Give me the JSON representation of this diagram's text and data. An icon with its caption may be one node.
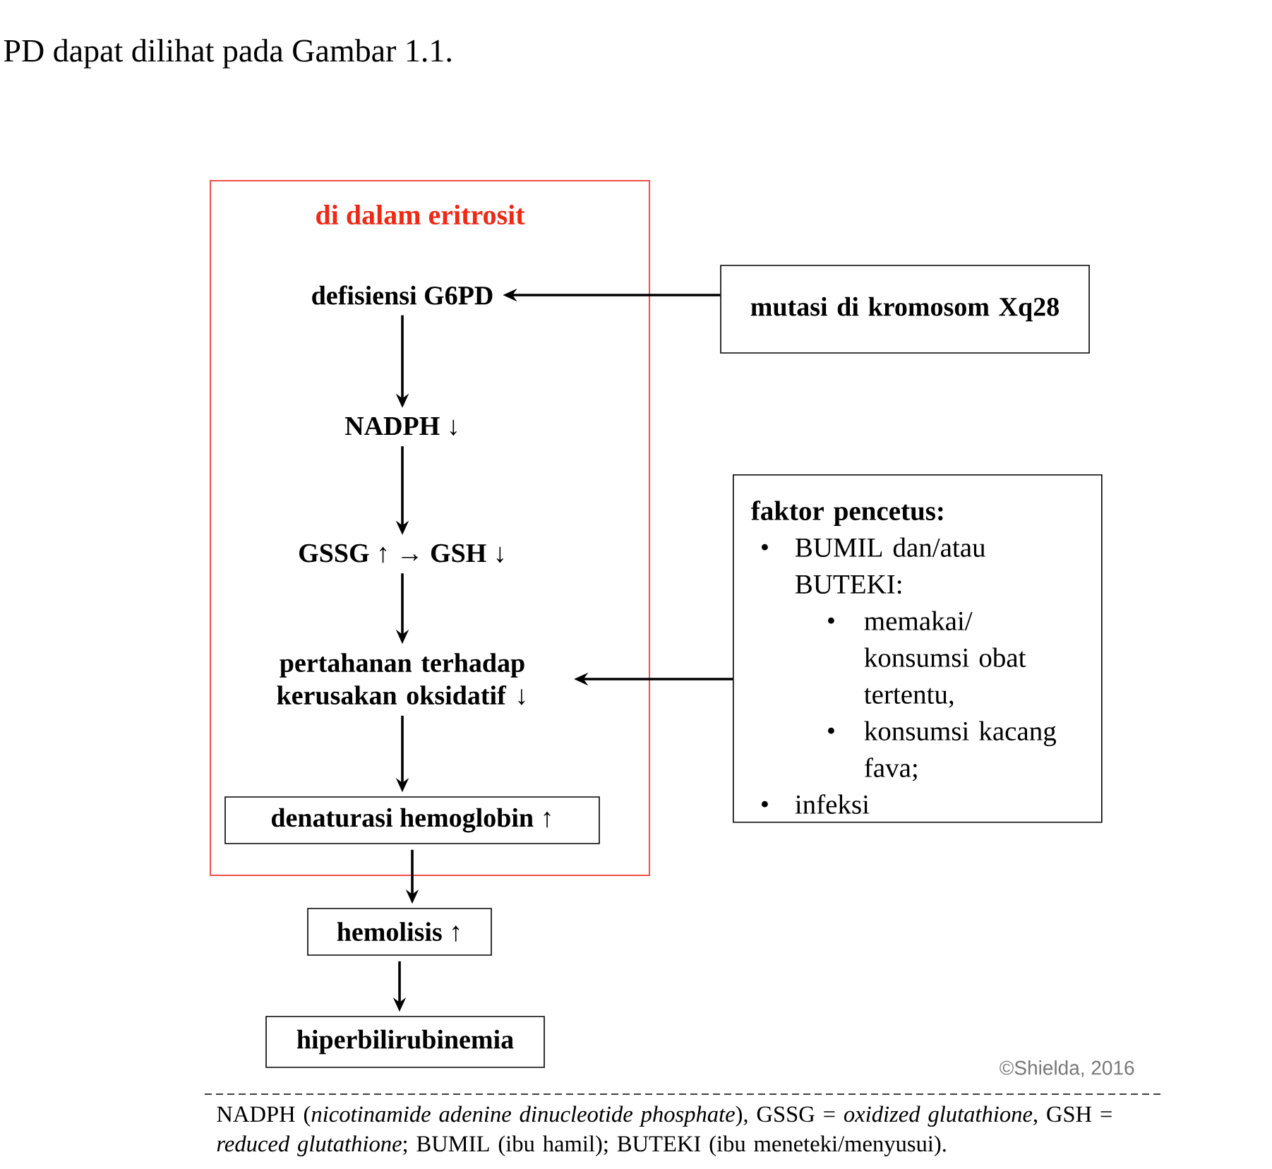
{
  "diagram": {
    "nodes": [
      {
        "text": [
          "di dalam eritrosit"
        ]
      },
      {
        "text": [
          "defisiensi G6PD"
        ],
        "in": 0
      },
      {
        "text": [
          "NADPH ↓"
        ],
        "in": 0
      },
      {
        "text": [
          "GSSG ↑ → GSH ↓"
        ],
        "in": 0
      },
      {
        "text": [
          "pertahanan terhadap kerusakan oksidatif ↓"
        ],
        "in": 0
      },
      {
        "text": [
          "denaturasi hemoglobin ↑"
        ],
        "in": 0
      },
      {
        "text": [
          "hemolisis ↑"
        ]
      },
      {
        "text": [
          "hiperbilirubinemia"
        ]
      },
      {
        "text": [
          "mutasi di kromosom Xq28"
        ]
      },
      {
        "text": [
          "faktor pencetus:",
          "BUMIL dan/atau BUTEKI:",
          "memakai/ konsumsi obat tertentu,",
          "konsumsi kacang fava;",
          "infeksi"
        ]
      }
    ],
    "edges": [
      {
        "from": 8,
        "to": 1,
        "arrow": "to"
      },
      {
        "from": 1,
        "to": 2,
        "arrow": "to"
      },
      {
        "from": 2,
        "to": 3,
        "arrow": "to"
      },
      {
        "from": 3,
        "to": 4,
        "arrow": "to"
      },
      {
        "from": 4,
        "to": 5,
        "arrow": "to"
      },
      {
        "from": 5,
        "to": 6,
        "arrow": "to"
      },
      {
        "from": 6,
        "to": 7,
        "arrow": "to"
      },
      {
        "from": 9,
        "to": 4,
        "arrow": "to"
      }
    ],
    "labels": [
      "PD dapat dilihat pada Gambar 1.1.",
      "©Shielda, 2016",
      "NADPH (*nicotinamide adenine dinucleotide phosphate*), GSSG = *oxidized glutathione*, GSH = *reduced glutathione*; BUMIL (ibu hamil); BUTEKI (ibu meneteki/menyusui)."
    ]
  }
}
